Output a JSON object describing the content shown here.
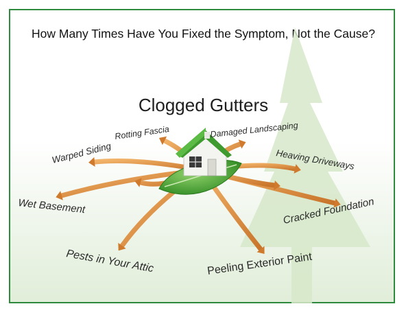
{
  "headline": "How Many Times Have You Fixed the Symptom, Not the Cause?",
  "center_title": "Clogged Gutters",
  "symptoms": [
    "Rotting Fascia",
    "Damaged Landscaping",
    "Warped Siding",
    "Heaving Driveways",
    "Wet Basement",
    "Cracked Foundation",
    "Pests in Your Attic",
    "Peeling Exterior Paint"
  ],
  "colors": {
    "frame": "#2e8b3e",
    "arrow": "#d98b3a",
    "leaf": "#4fae3a",
    "roof": "#3f9a2f",
    "tree": "#d3e6c6"
  }
}
